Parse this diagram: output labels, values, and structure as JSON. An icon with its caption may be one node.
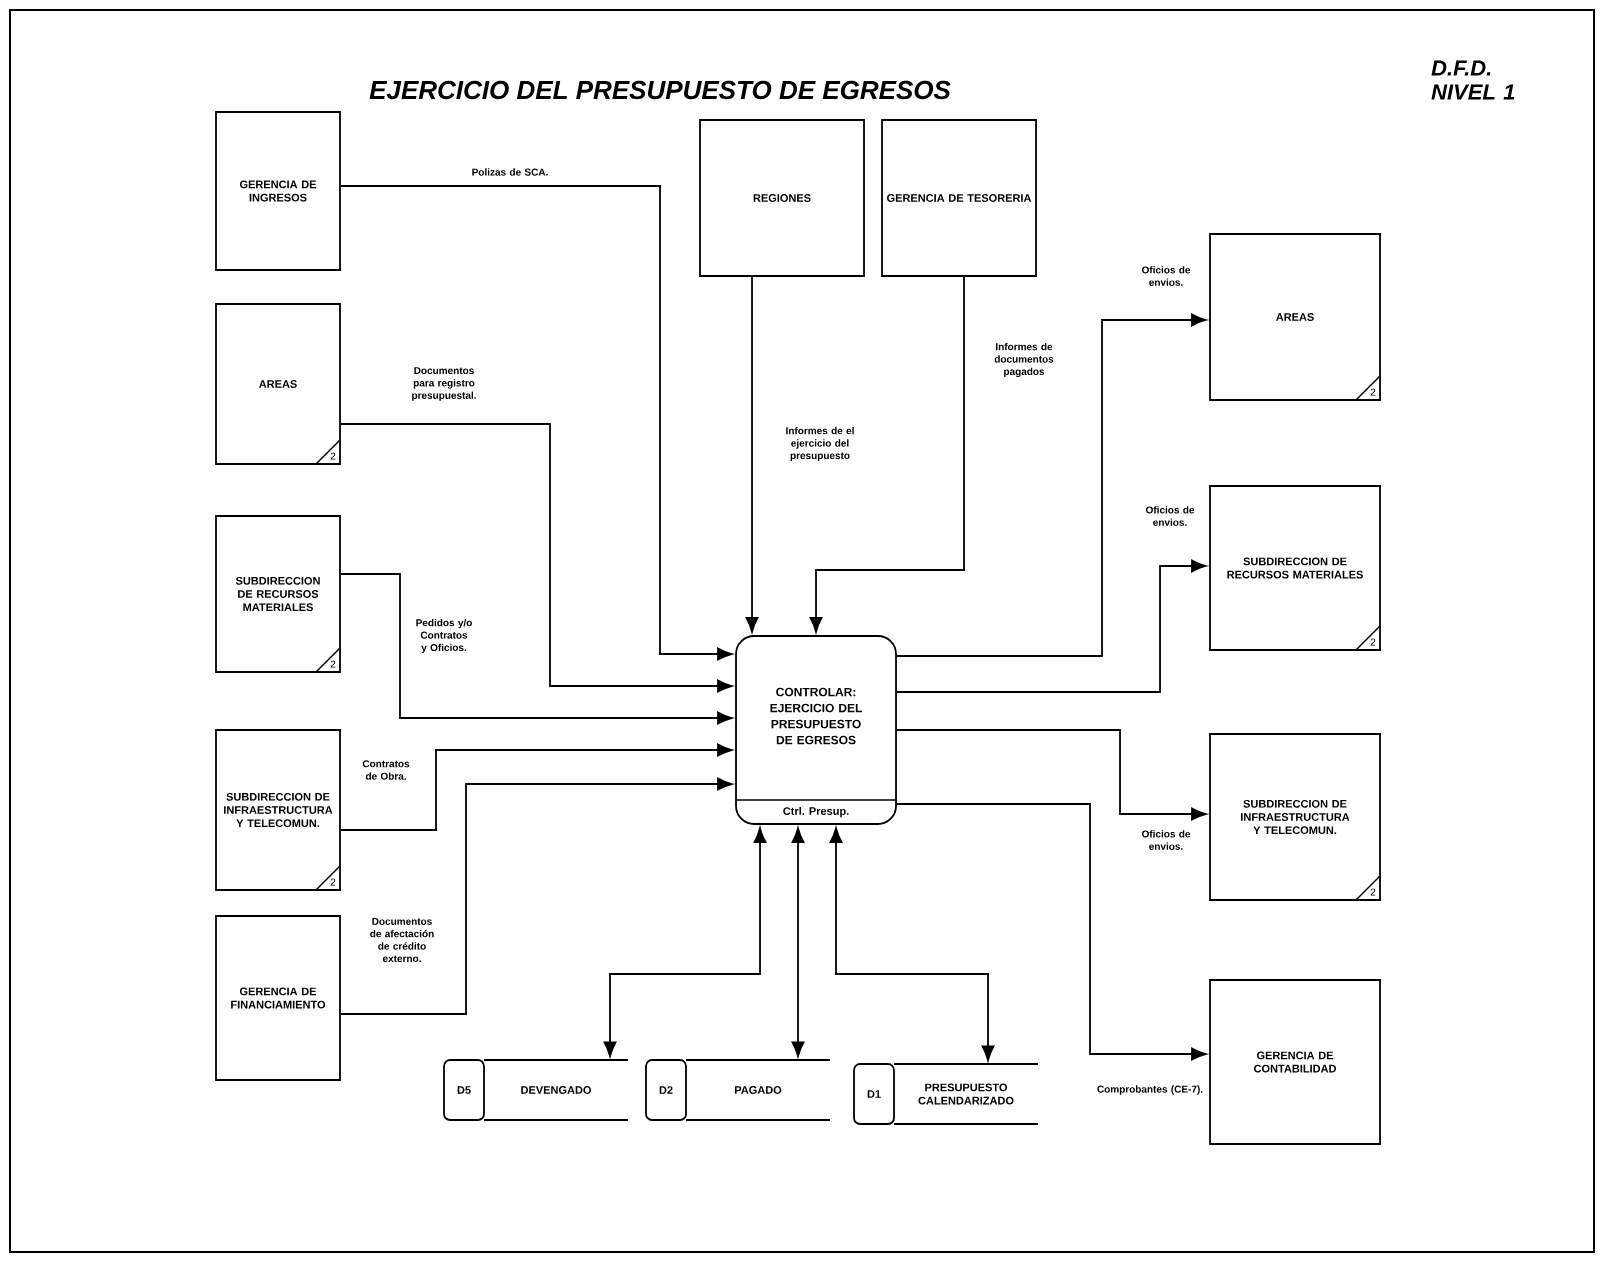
{
  "diagram": {
    "title": "EJERCICIO DEL PRESUPUESTO DE EGRESOS",
    "nodes": [
      {
        "text": [
          "GERENCIA DE INGRESOS"
        ]
      },
      {
        "text": [
          "REGIONES"
        ]
      },
      {
        "text": [
          "GERENCIA DE TESORERIA"
        ]
      },
      {
        "text": [
          "AREAS",
          "2"
        ]
      },
      {
        "text": [
          "AREAS",
          "2"
        ]
      },
      {
        "text": [
          "SUBDIRECCION DE RECURSOS MATERIALES",
          "2"
        ]
      },
      {
        "text": [
          "SUBDIRECCION DE RECURSOS MATERIALES",
          "2"
        ]
      },
      {
        "text": [
          "CONTROLAR: EJERCICIO DEL PRESUPUESTO DE EGRESOS",
          "Ctrl. Presup."
        ]
      },
      {
        "text": [
          "SUBDIRECCION DE INFRAESTRUCTURA Y TELECOMUN.",
          "2"
        ]
      },
      {
        "text": [
          "SUBDIRECCION DE INFRAESTRUCTURA Y TELECOMUN.",
          "2"
        ]
      },
      {
        "text": [
          "GERENCIA DE FINANCIAMIENTO"
        ]
      },
      {
        "text": [
          "D5",
          "DEVENGADO"
        ]
      },
      {
        "text": [
          "D2",
          "PAGADO"
        ]
      },
      {
        "text": [
          "D1",
          "PRESUPUESTO CALENDARIZADO"
        ]
      },
      {
        "text": [
          "GERENCIA DE CONTABILIDAD"
        ]
      }
    ],
    "edges": [
      {
        "from": 0,
        "to": 7,
        "arrow": "to",
        "label": "Polizas de SCA."
      },
      {
        "from": 3,
        "to": 7,
        "arrow": "to",
        "label": "Documentos para registro presupuestal."
      },
      {
        "from": 1,
        "to": 7,
        "arrow": "to",
        "label": "Informes de el ejercicio del presupuesto"
      },
      {
        "from": 2,
        "to": 7,
        "arrow": "to",
        "label": "Informes de documentos pagados"
      },
      {
        "from": 7,
        "to": 4,
        "arrow": "to",
        "label": "Oficios de envios."
      },
      {
        "from": 7,
        "to": 6,
        "arrow": "to",
        "label": "Oficios de envios."
      },
      {
        "from": 7,
        "to": 9,
        "arrow": "to",
        "label": "Oficios de envios."
      },
      {
        "from": 5,
        "to": 7,
        "arrow": "to",
        "label": "Pedidos y/o Contratos y Oficios."
      },
      {
        "from": 8,
        "to": 7,
        "arrow": "to",
        "label": "Contratos de Obra."
      },
      {
        "from": 10,
        "to": 7,
        "arrow": "to",
        "label": "Documentos de afectación de crédito externo."
      },
      {
        "from": 7,
        "to": 11,
        "arrow": "both"
      },
      {
        "from": 7,
        "to": 12,
        "arrow": "both"
      },
      {
        "from": 7,
        "to": 13,
        "arrow": "both"
      },
      {
        "from": 7,
        "to": 14,
        "arrow": "to",
        "label": "Comprobantes (CE-7)."
      }
    ],
    "labels": [
      "D.F.D. NIVEL 1"
    ]
  }
}
